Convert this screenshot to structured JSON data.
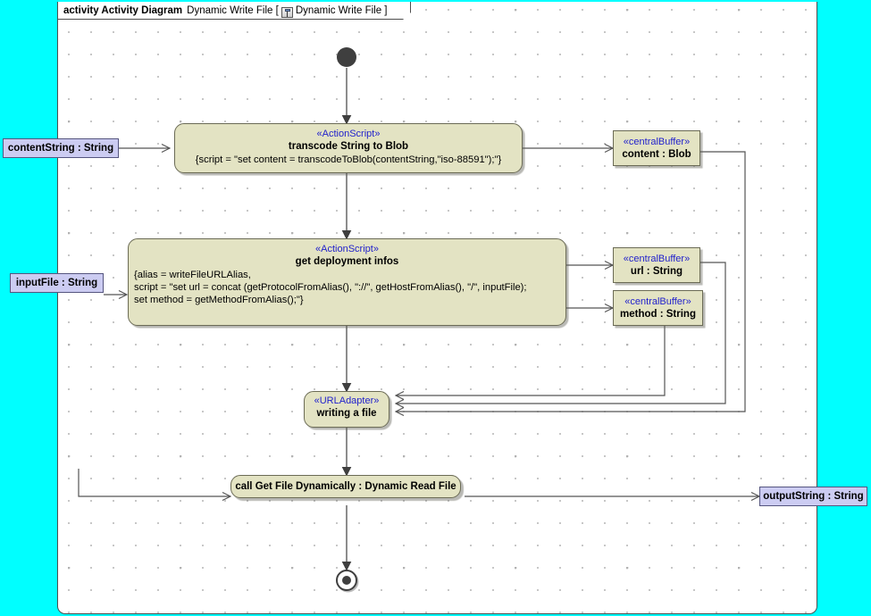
{
  "frame": {
    "keyword": "activity Activity Diagram",
    "name": "Dynamic Write File [",
    "icon": "activity-diagram-icon",
    "inner_name": "Dynamic Write File ]"
  },
  "colors": {
    "canvas": "#00ffff",
    "frame_bg": "#ffffff",
    "action_fill": "#e3e3c3",
    "action_border": "#6b6b55",
    "stereotype_text": "#2222cc",
    "pin_fill": "#ccccf2",
    "pin_border": "#55557f",
    "edge": "#555555",
    "node_dark": "#3f3f3f"
  },
  "nodes": {
    "initial": {
      "name": "initial-node"
    },
    "final": {
      "name": "activity-final-node"
    },
    "transcode": {
      "stereotype": "«ActionScript»",
      "title": "transcode String to Blob",
      "body": "{script = \"set content = transcodeToBlob(contentString,\"iso-88591\");\"}"
    },
    "deployment": {
      "stereotype": "«ActionScript»",
      "title": "get deployment infos",
      "body": "{alias = writeFileURLAlias,\nscript = \"set url = concat (getProtocolFromAlias(), \"://\", getHostFromAlias(), \"/\", inputFile);\nset method = getMethodFromAlias();\"}"
    },
    "urladapter": {
      "stereotype": "«URLAdapter»",
      "title": "writing a file"
    },
    "call_action": {
      "title": "call Get File Dynamically : Dynamic Read File"
    }
  },
  "buffers": [
    {
      "stereotype": "«centralBuffer»",
      "label": "content : Blob"
    },
    {
      "stereotype": "«centralBuffer»",
      "label": "url : String"
    },
    {
      "stereotype": "«centralBuffer»",
      "label": "method : String"
    }
  ],
  "parameters": [
    {
      "label": "contentString : String",
      "side": "input"
    },
    {
      "label": "inputFile : String",
      "side": "input"
    },
    {
      "label": "outputString : String",
      "side": "output"
    }
  ]
}
